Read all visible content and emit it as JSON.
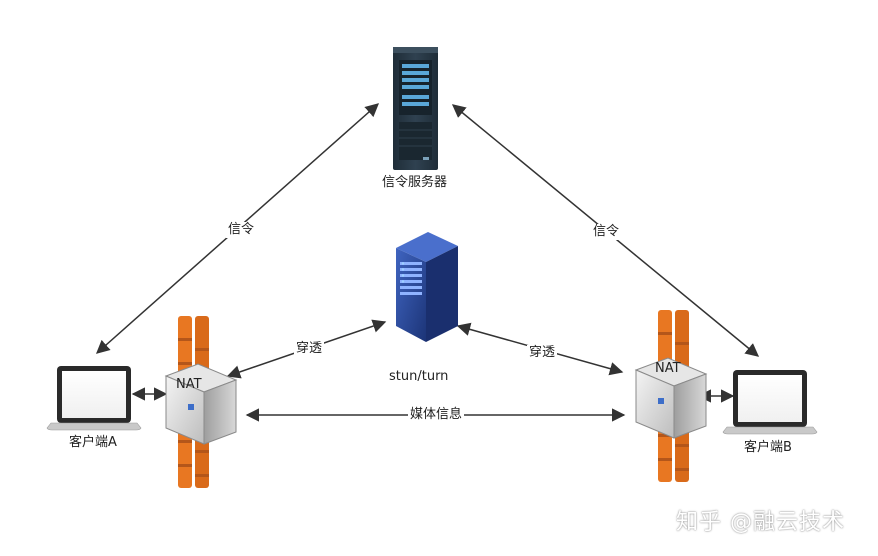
{
  "labels": {
    "signal_server": "信令服务器",
    "signal_left": "信令",
    "signal_right": "信令",
    "penetrate_left": "穿透",
    "penetrate_right": "穿透",
    "stun_turn": "stun/turn",
    "media_info": "媒体信息",
    "client_a": "客户端A",
    "client_b": "客户端B",
    "nat_left": "NAT",
    "nat_right": "NAT"
  },
  "watermark": "知乎 @融云技术",
  "colors": {
    "arrow": "#333333",
    "firewall_orange": "#e87722",
    "server_dark": "#2b3a46",
    "server_blue": "#2a4a9a"
  }
}
